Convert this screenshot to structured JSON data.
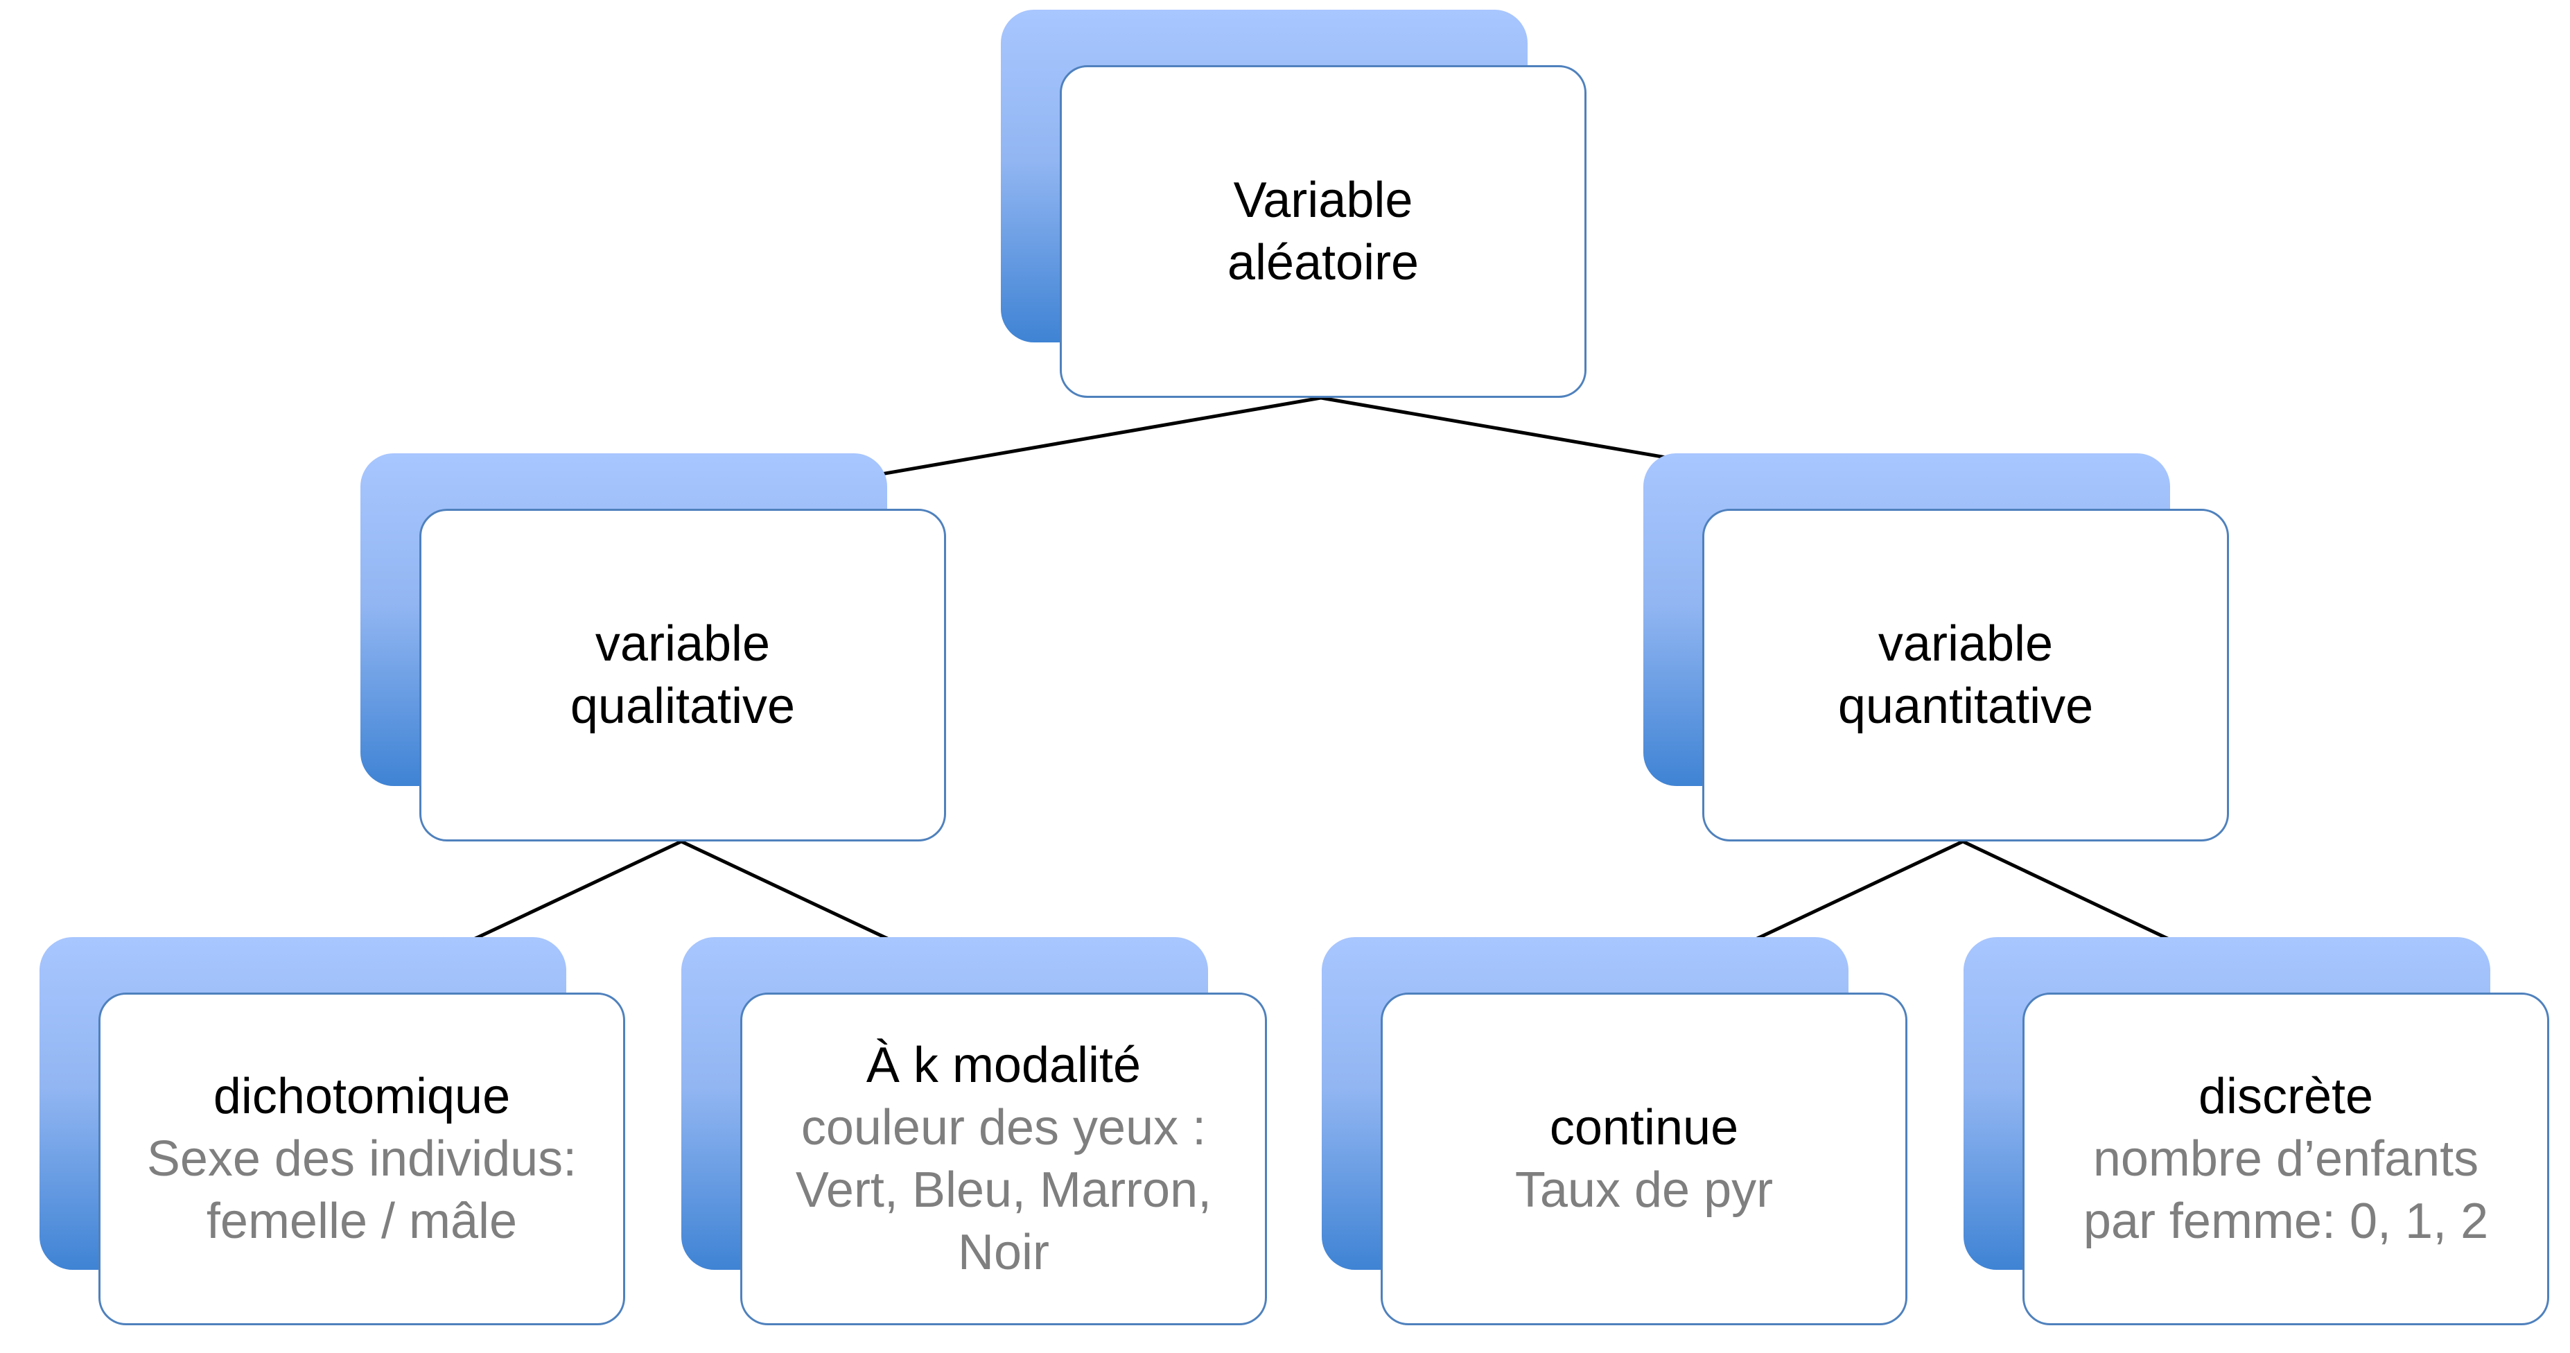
{
  "diagram": {
    "nodes": {
      "root": {
        "title": "Variable\naléatoire"
      },
      "qualitative": {
        "title": "variable\nqualitative"
      },
      "quantitative": {
        "title": "variable\nquantitative"
      },
      "dichotomique": {
        "title": "dichotomique",
        "example": "Sexe des individus:\nfemelle / mâle"
      },
      "k_modalite": {
        "title": "À k modalité",
        "example": "couleur des yeux :\nVert, Bleu, Marron,\nNoir"
      },
      "continue": {
        "title": "continue",
        "example": "Taux de pyr"
      },
      "discrete": {
        "title": "discrète",
        "example": "nombre d’enfants\npar femme: 0, 1, 2"
      }
    },
    "colors": {
      "box_border": "#4f81bd",
      "shadow_top": "#a8c6ff",
      "shadow_bottom": "#3f83d4",
      "example_text": "#7f7f7f",
      "connector": "#000000"
    }
  }
}
